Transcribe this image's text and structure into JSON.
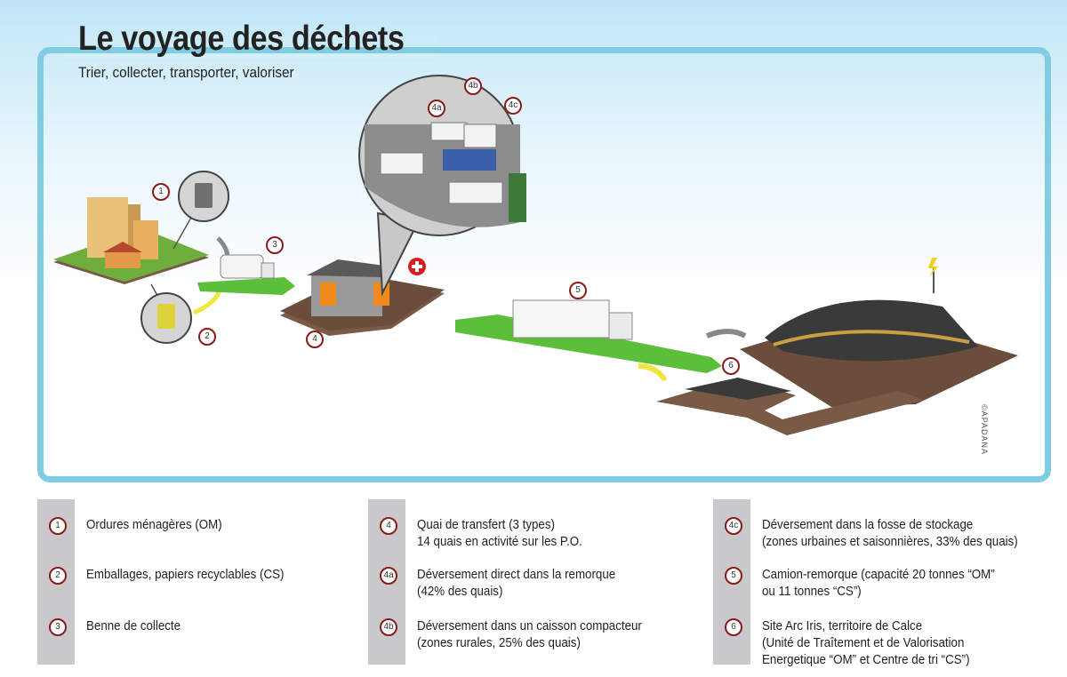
{
  "header": {
    "title": "Le voyage des déchets",
    "subtitle": "Trier, collecter, transporter, valoriser"
  },
  "markers": [
    "1",
    "2",
    "3",
    "4",
    "4a",
    "4b",
    "4c",
    "5",
    "6"
  ],
  "credit": "©APADANA",
  "legend": {
    "columns": [
      [
        {
          "badge": "1",
          "lines": [
            "Ordures ménagères (OM)"
          ]
        },
        {
          "badge": "2",
          "lines": [
            "Emballages, papiers recyclables (CS)"
          ]
        },
        {
          "badge": "3",
          "lines": [
            "Benne de collecte"
          ]
        }
      ],
      [
        {
          "badge": "4",
          "lines": [
            "Quai de transfert (3 types)",
            "14 quais en activité sur les P.O."
          ]
        },
        {
          "badge": "4a",
          "lines": [
            "Déversement direct dans la remorque",
            "(42% des quais)"
          ]
        },
        {
          "badge": "4b",
          "lines": [
            "Déversement dans un caisson compacteur",
            "(zones rurales, 25% des quais)"
          ]
        }
      ],
      [
        {
          "badge": "4c",
          "lines": [
            "Déversement dans la fosse de stockage",
            "(zones urbaines et saisonnières, 33% des quais)"
          ]
        },
        {
          "badge": "5",
          "lines": [
            "Camion-remorque (capacité 20 tonnes “OM”",
            "ou 11 tonnes “CS”)"
          ]
        },
        {
          "badge": "6",
          "lines": [
            "Site Arc Iris, territoire de Calce",
            "(Unité de Traîtement et de Valorisation",
            "Energetique “OM” et Centre de tri “CS”)"
          ]
        }
      ]
    ]
  },
  "colors": {
    "frame": "#80cce3",
    "road": "#5cbf3a",
    "badge": "#8b1b1b",
    "legend_bar": "#c9c9cb"
  }
}
